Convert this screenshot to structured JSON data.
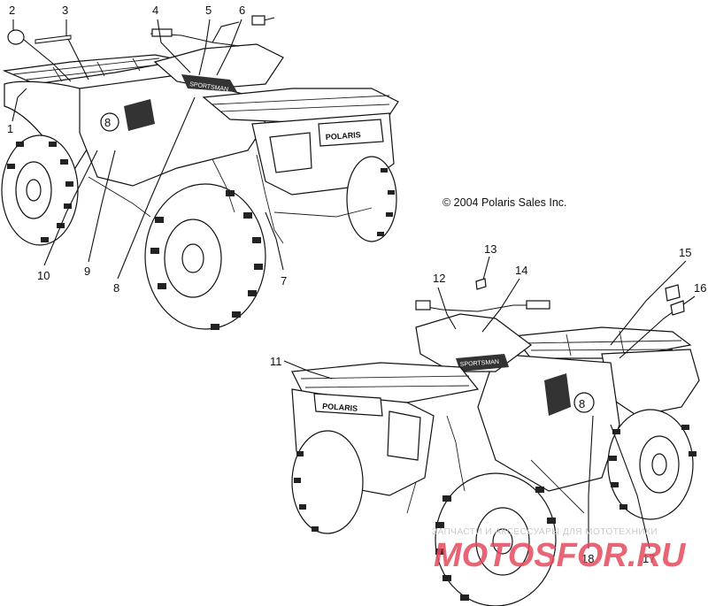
{
  "copyright": "© 2004 Polaris Sales Inc.",
  "brand_text": "POLARIS",
  "model_text": "SPORTSMAN",
  "tank_number": "8",
  "callouts": [
    "1",
    "2",
    "3",
    "4",
    "5",
    "6",
    "7",
    "8",
    "9",
    "10",
    "11",
    "12",
    "13",
    "14",
    "15",
    "16",
    "17",
    "18"
  ],
  "watermark": {
    "line1": "ЗАПЧАСТИ И АКСЕССУАРЫ ДЛЯ МОТОТЕХНИКИ",
    "line2": "MOTOSFOR.RU"
  }
}
